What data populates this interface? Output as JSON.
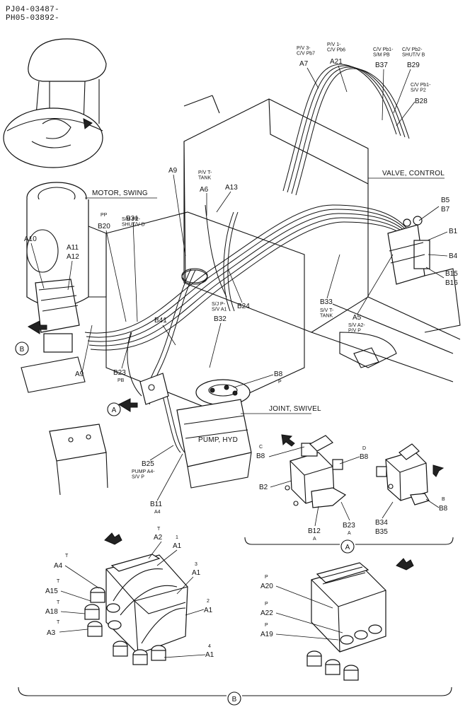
{
  "header": {
    "line1": "PJ04-03487-",
    "line2": "PH05-03892-"
  },
  "captions": {
    "motor_swing": "MOTOR, SWING",
    "valve_control": "VALVE, CONTROL",
    "joint_swivel": "JOINT, SWIVEL",
    "pump_hyd": "PUMP, HYD"
  },
  "detail_markers": {
    "a": "A",
    "b": "B"
  },
  "callouts": {
    "a7_sub": "P/V 3-\nC/V Pb7",
    "a7": "A7",
    "a21_sub": "P/V 1-\nC/V Pb6",
    "a21": "A21",
    "b37_sub": "C/V Pb1-\nS/M PB",
    "b37": "B37",
    "b29_sub": "C/V Pb2-\nSHUT/V B",
    "b29": "B29",
    "b28_sub": "C/V Pb1-\nS/V P2",
    "b28": "B28",
    "a9_top": "A9",
    "a6_sub": "P/V T-\nTANK",
    "a6": "A6",
    "a13": "A13",
    "b5": "B5",
    "b7": "B7",
    "b1": "B1",
    "b4": "B4",
    "b15": "B15",
    "b16": "B16",
    "b20_sub": "PP",
    "b20": "B20",
    "b31_sub": "S/M PP-\nSHUT/V D",
    "b31": "B31",
    "a10": "A10",
    "a11": "A11",
    "a12": "A12",
    "b24": "B24",
    "b33": "B33",
    "b33_sub": "S/V T-\nTANK",
    "a5": "A5",
    "a5_sub": "S/V A2-\nP/V P",
    "b32_sub": "S/J P-\nS/V A1",
    "b32": "B32",
    "b41": "B41",
    "a9_left": "A9",
    "b23": "B23",
    "b23_sub": "PB",
    "b8": "B8",
    "b8_sub": "P",
    "b25": "B25",
    "b25_sub": "PUMP A4-\nS/V P",
    "b11": "B11",
    "b11_sub": "A4",
    "da_c": "C",
    "da_b8c": "B8",
    "da_d": "D",
    "da_b8d": "B8",
    "da_b2": "B2",
    "da_b12": "B12",
    "da_b12_sub": "A",
    "da_b23": "B23",
    "da_b23_sub": "A",
    "da_b34": "B34",
    "da_b35": "B35",
    "da_b": "B",
    "da_b8b": "B8",
    "db_t1": "T",
    "db_a2": "A2",
    "db_n1": "1",
    "db_a1a": "A1",
    "db_t2": "T",
    "db_a4": "A4",
    "db_n3": "3",
    "db_a1b": "A1",
    "db_t3": "T",
    "db_a15": "A15",
    "db_n2": "2",
    "db_a1c": "A1",
    "db_t4": "T",
    "db_a18": "A18",
    "db_t5": "T",
    "db_a3": "A3",
    "db_n4": "4",
    "db_a1d": "A1",
    "db_p1": "P",
    "db_a20": "A20",
    "db_p2": "P",
    "db_a22": "A22",
    "db_p3": "P",
    "db_a19": "A19"
  },
  "icons": {
    "view_arrow": "view-direction-arrow-icon",
    "circle_marker": "detail-circle-marker-icon"
  }
}
